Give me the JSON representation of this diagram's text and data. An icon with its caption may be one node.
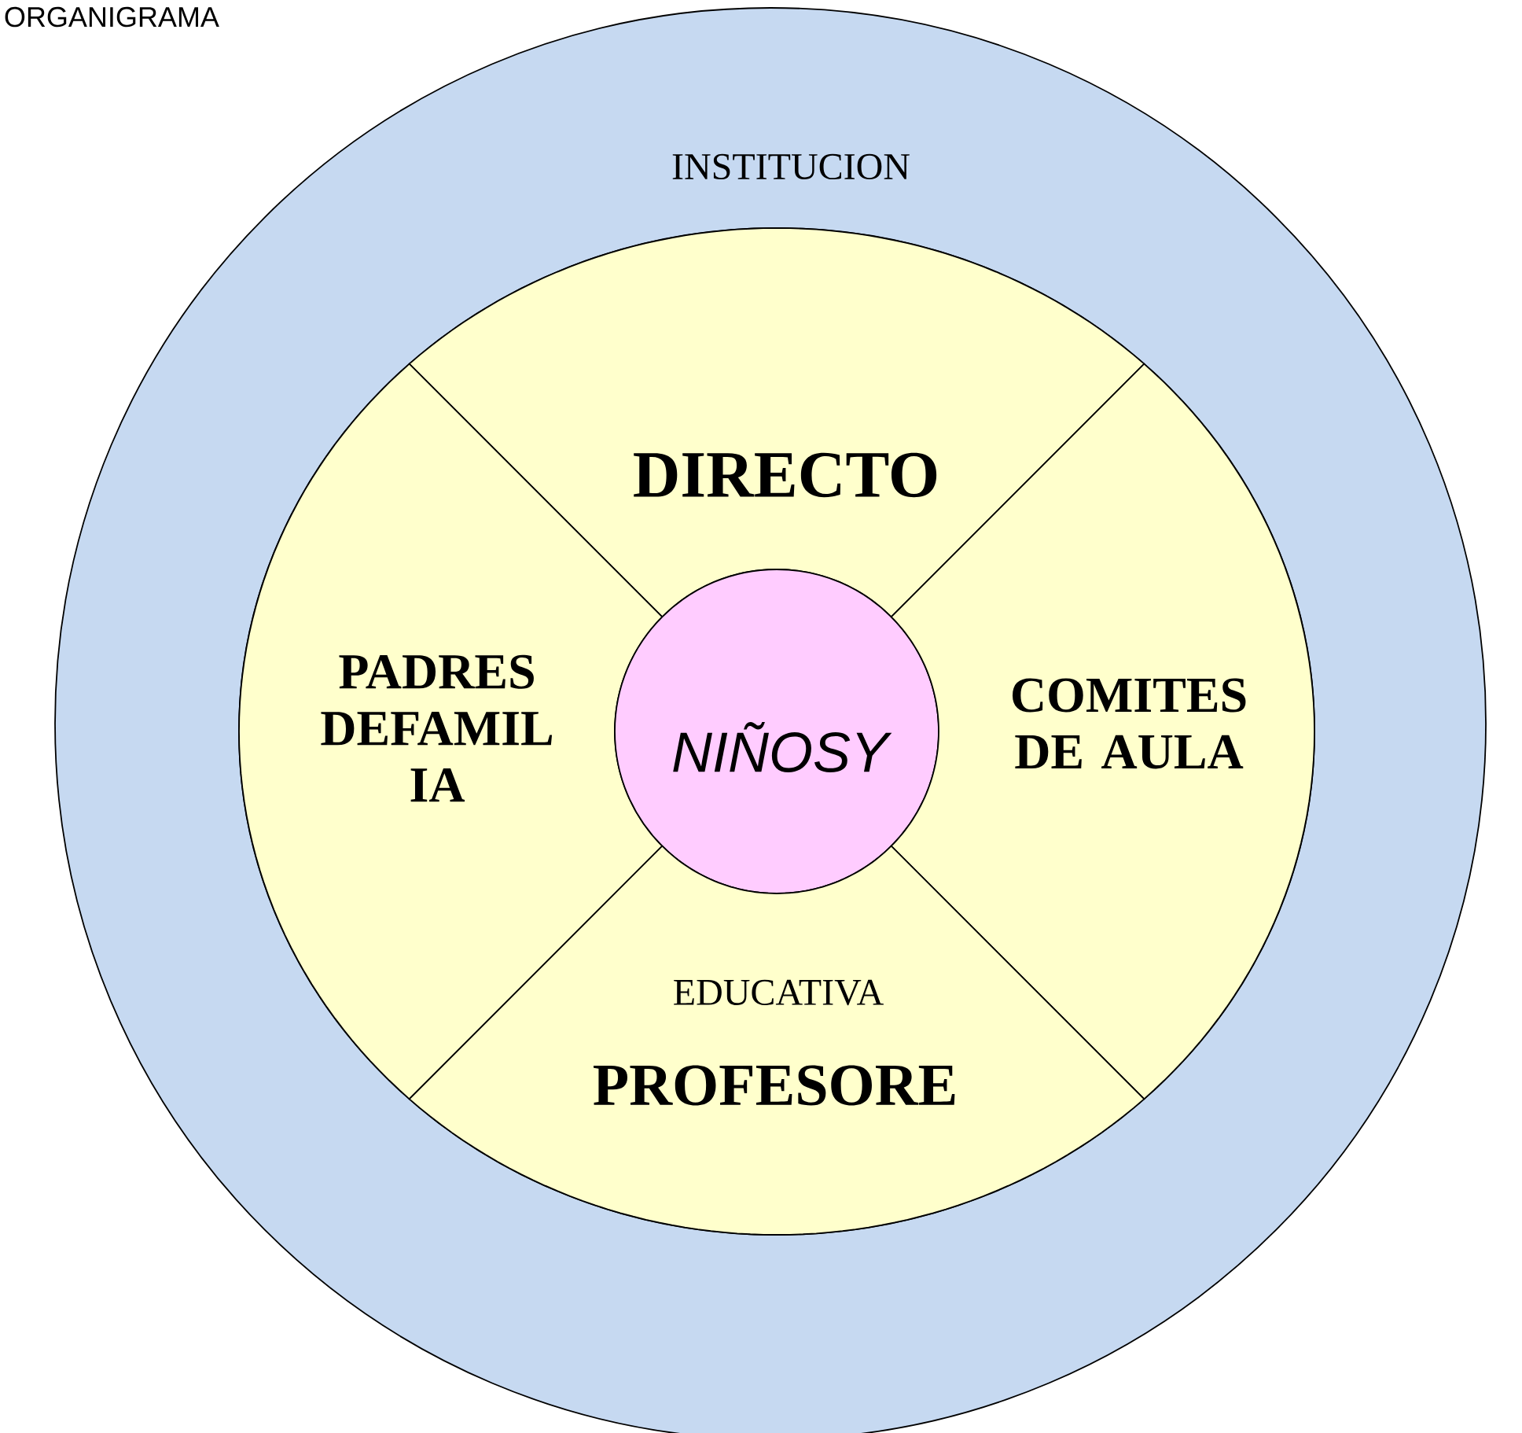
{
  "diagram": {
    "title": "ORGANIGRAMA",
    "nodes": [
      {
        "text": [
          "INSTITUCION"
        ]
      },
      {
        "text": [],
        "shape": "circle",
        "in": 0
      },
      {
        "text": [
          "DIRECTO"
        ],
        "in": 1
      },
      {
        "text": [
          "PADRES DEFAMIL IA"
        ],
        "in": 1
      },
      {
        "text": [
          "NIÑOSY"
        ],
        "in": 1
      },
      {
        "text": [
          "COMITES DE AULA"
        ],
        "in": 1
      },
      {
        "text": [
          "EDUCATIVA",
          "PROFESORE"
        ],
        "in": 1
      }
    ]
  }
}
